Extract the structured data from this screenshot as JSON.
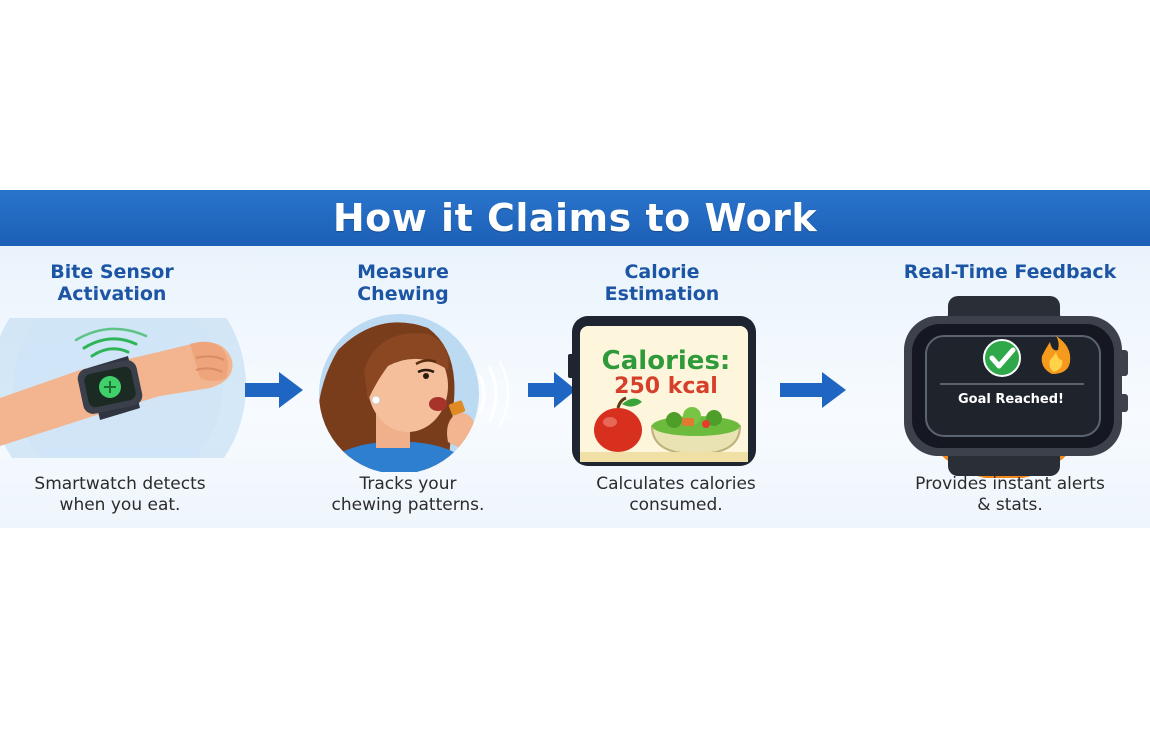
{
  "title": "How it Claims to Work",
  "steps": [
    {
      "title_line1": "Bite Sensor",
      "title_line2": "Activation",
      "desc_line1": "Smartwatch detects",
      "desc_line2": "when you eat."
    },
    {
      "title_line1": "Measure",
      "title_line2": "Chewing",
      "desc_line1": "Tracks your",
      "desc_line2": "chewing patterns."
    },
    {
      "title_line1": "Calorie",
      "title_line2": "Estimation",
      "desc_line1": "Calculates calories",
      "desc_line2": "consumed."
    },
    {
      "title_line1": "Real-Time Feedback",
      "title_line2": "",
      "desc_line1": "Provides instant alerts",
      "desc_line2": "& stats."
    }
  ],
  "phone": {
    "label": "Calories:",
    "value": "250 kcal"
  },
  "watch": {
    "message": "Goal Reached!"
  },
  "colors": {
    "banner": "#1c5fb6",
    "step_title": "#1d55a5",
    "arrow": "#1f66c2",
    "calorie_label": "#2e9a3a",
    "calorie_value": "#d6402b"
  },
  "icons": [
    "smartwatch-icon",
    "chewing-woman-icon",
    "smartphone-icon",
    "apple-icon",
    "salad-bowl-icon",
    "checkmark-icon",
    "flame-icon",
    "sound-wave-icon"
  ]
}
